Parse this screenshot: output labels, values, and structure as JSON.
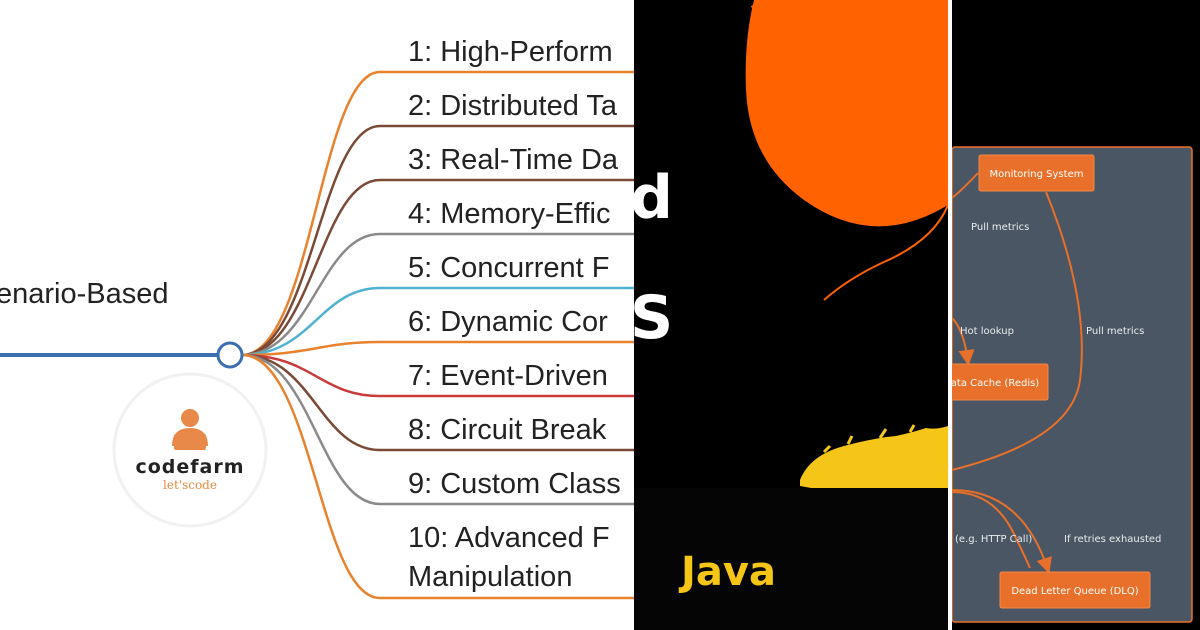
{
  "mindmap": {
    "root_label": "enario-Based",
    "topics": [
      {
        "label": "1: High-Perform",
        "color": "#e8822e"
      },
      {
        "label": "2: Distributed Ta",
        "color": "#7a4a36"
      },
      {
        "label": "3: Real-Time Da",
        "color": "#7a4a36"
      },
      {
        "label": "4: Memory-Effic",
        "color": "#8a8a8a"
      },
      {
        "label": "5: Concurrent F",
        "color": "#4fb3cf"
      },
      {
        "label": "6: Dynamic Cor",
        "color": "#e8822e"
      },
      {
        "label": "7: Event-Driven",
        "color": "#c93b3b"
      },
      {
        "label": "8: Circuit Break",
        "color": "#7a4a36"
      },
      {
        "label": "9: Custom Class",
        "color": "#8a8a8a"
      },
      {
        "label": "10: Advanced F",
        "label2": "Manipulation",
        "color": "#e8822e"
      }
    ],
    "logo": {
      "brand": "codefarm",
      "tagline": "let'scode",
      "color": "#e08a3c"
    }
  },
  "poster": {
    "letters": [
      "d",
      "S"
    ],
    "java_label": "Java",
    "colors": {
      "orange": "#ff6200",
      "yellow": "#f5c518"
    }
  },
  "flow": {
    "nodes": {
      "monitoring": "Monitoring System",
      "cache": "ata Cache (Redis)",
      "dlq": "Dead Letter Queue (DLQ)"
    },
    "edges": {
      "pull1": "Pull metrics",
      "pull2": "Pull metrics",
      "hot": "Hot lookup",
      "http": "k (e.g. HTTP Call)",
      "retries": "If retries exhausted"
    },
    "colors": {
      "panel": "#4a5663",
      "node": "#e8702a",
      "edge": "#e8702a"
    }
  }
}
